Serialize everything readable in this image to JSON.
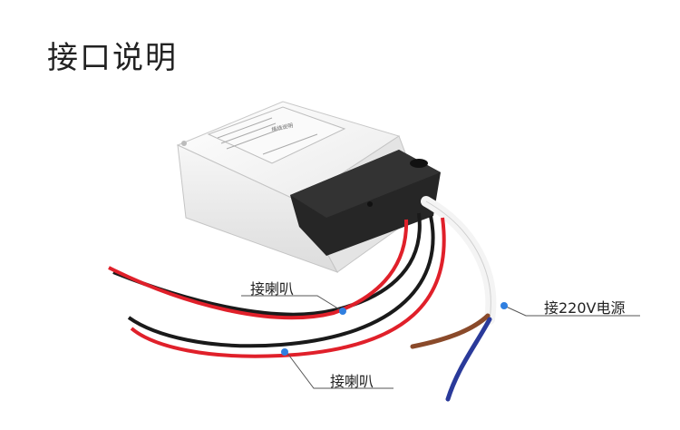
{
  "page": {
    "title": "接口说明"
  },
  "callouts": {
    "speaker_top": "接喇叭",
    "speaker_bottom": "接喇叭",
    "power": "接220V电源"
  },
  "colors": {
    "marker_dot": "#2f7fe0",
    "leader_line": "#555555",
    "red_wire": "#e0202a",
    "black_wire": "#1a1a1a",
    "housing": "#f2f2f2",
    "end_cap": "#222222"
  },
  "product": {
    "label_heading": "接线说明"
  }
}
